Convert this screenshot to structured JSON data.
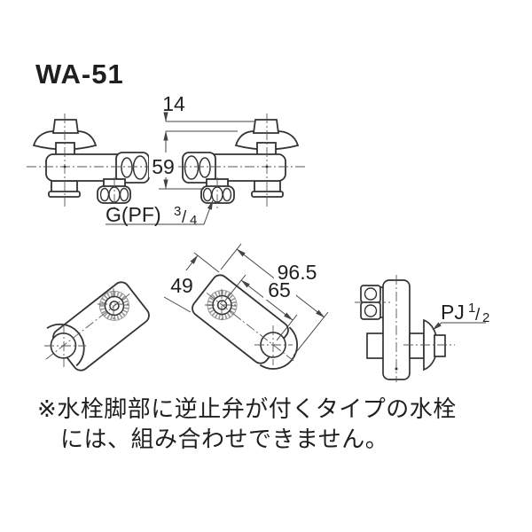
{
  "product": {
    "model": "WA-51"
  },
  "front_view": {
    "dim_offset": "14",
    "dim_height": "59",
    "thread_label": {
      "base": "G(PF)",
      "numerator": "3",
      "slash": "/",
      "denominator": "4"
    }
  },
  "plan_view": {
    "dim_width": "49",
    "dim_total_length": "96.5",
    "dim_center_distance": "65"
  },
  "side_view": {
    "thread_label": {
      "base": "PJ",
      "numerator": "1",
      "slash": "/",
      "denominator": "2"
    }
  },
  "note": {
    "line1": "※水栓脚部に逆止弁が付くタイプの水栓",
    "line2": "には、組み合わせできません。"
  },
  "colors": {
    "outline": "#333333",
    "dimension": "#444444",
    "centerline": "#555555",
    "knurl_shading": "#999999",
    "text": "#1f1f1f",
    "background": "#ffffff"
  }
}
